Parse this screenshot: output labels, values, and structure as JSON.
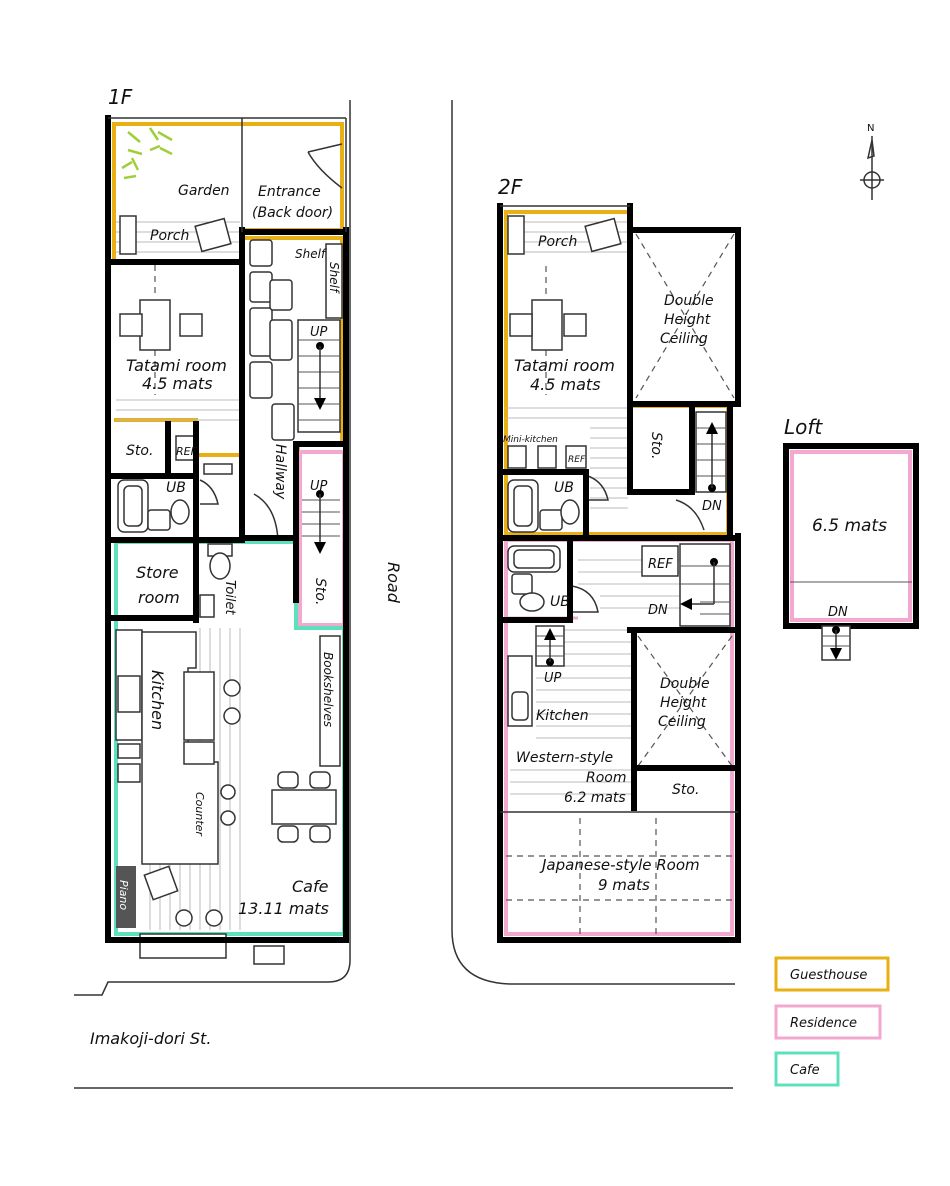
{
  "colors": {
    "guesthouse": "#e9b015",
    "residence": "#f3a9cf",
    "cafe": "#5fe0bd",
    "wall": "#000000",
    "piano": "#555555",
    "plant": "#9ecf3a"
  },
  "floor_1": {
    "label": "1F",
    "rooms": {
      "garden": "Garden",
      "entrance_line1": "Entrance",
      "entrance_line2": "(Back door)",
      "porch": "Porch",
      "shelf_top": "Shelf",
      "shelf_side": "Shelf",
      "up_1": "UP",
      "tatami_name": "Tatami room",
      "tatami_size": "4.5 mats",
      "sto_1": "Sto.",
      "ref": "REF",
      "hallway": "Hallway",
      "up_2": "UP",
      "ub": "UB",
      "store_line1": "Store",
      "store_line2": "room",
      "toilet": "Toilet",
      "sto_2": "Sto.",
      "bookshelves": "Bookshelves",
      "kitchen": "Kitchen",
      "counter": "Counter",
      "piano": "Piano",
      "cafe_name": "Cafe",
      "cafe_size": "13.11 mats"
    }
  },
  "floor_2": {
    "label": "2F",
    "rooms": {
      "porch": "Porch",
      "dh1_line1": "Double",
      "dh1_line2": "Height",
      "dh1_line3": "Ceiling",
      "tatami_name": "Tatami room",
      "tatami_size": "4.5 mats",
      "mini_kitchen": "Mini-kitchen",
      "ref_mini": "REF",
      "sto_1": "Sto.",
      "ub_1": "UB",
      "dn_1": "DN",
      "ref": "REF",
      "ub_2": "UB",
      "dn_2": "DN",
      "up": "UP",
      "kitchen": "Kitchen",
      "dh2_line1": "Double",
      "dh2_line2": "Height",
      "dh2_line3": "Ceiling",
      "western_line1": "Western-style",
      "western_line2": "Room",
      "western_size": "6.2 mats",
      "sto_2": "Sto.",
      "japanese_name": "Japanese-style Room",
      "japanese_size": "9 mats"
    }
  },
  "loft": {
    "label": "Loft",
    "size": "6.5 mats",
    "dn": "DN"
  },
  "compass": {
    "north": "N"
  },
  "streets": {
    "road": "Road",
    "imakoji": "Imakoji-dori St."
  },
  "legend": [
    {
      "label": "Guesthouse",
      "color": "#e9b015"
    },
    {
      "label": "Residence",
      "color": "#f3a9cf"
    },
    {
      "label": "Cafe",
      "color": "#5fe0bd"
    }
  ]
}
